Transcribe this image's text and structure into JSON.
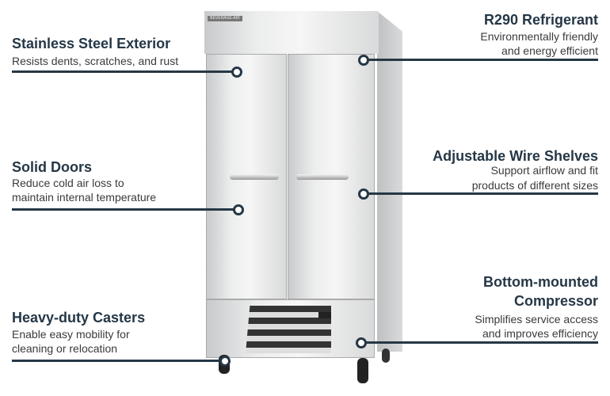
{
  "product": {
    "brand_label": "BEVERAGE-AIR"
  },
  "callouts": [
    {
      "title": "Stainless Steel Exterior",
      "lines": [
        "Resists dents, scratches, and rust"
      ]
    },
    {
      "title": "Solid Doors",
      "lines": [
        "Reduce cold air loss to",
        "maintain internal temperature"
      ]
    },
    {
      "title": "Heavy-duty Casters",
      "lines": [
        "Enable easy mobility for",
        "cleaning or relocation"
      ]
    },
    {
      "title": "R290 Refrigerant",
      "lines": [
        "Environmentally friendly",
        "and energy efficient"
      ]
    },
    {
      "title": "Adjustable Wire Shelves",
      "lines": [
        "Support airflow and fit",
        "products of different sizes"
      ]
    },
    {
      "title_lines": [
        "Bottom-mounted",
        "Compressor"
      ],
      "lines": [
        "Simplifies service access",
        "and improves efficiency"
      ]
    }
  ],
  "colors": {
    "accent": "#253746"
  }
}
